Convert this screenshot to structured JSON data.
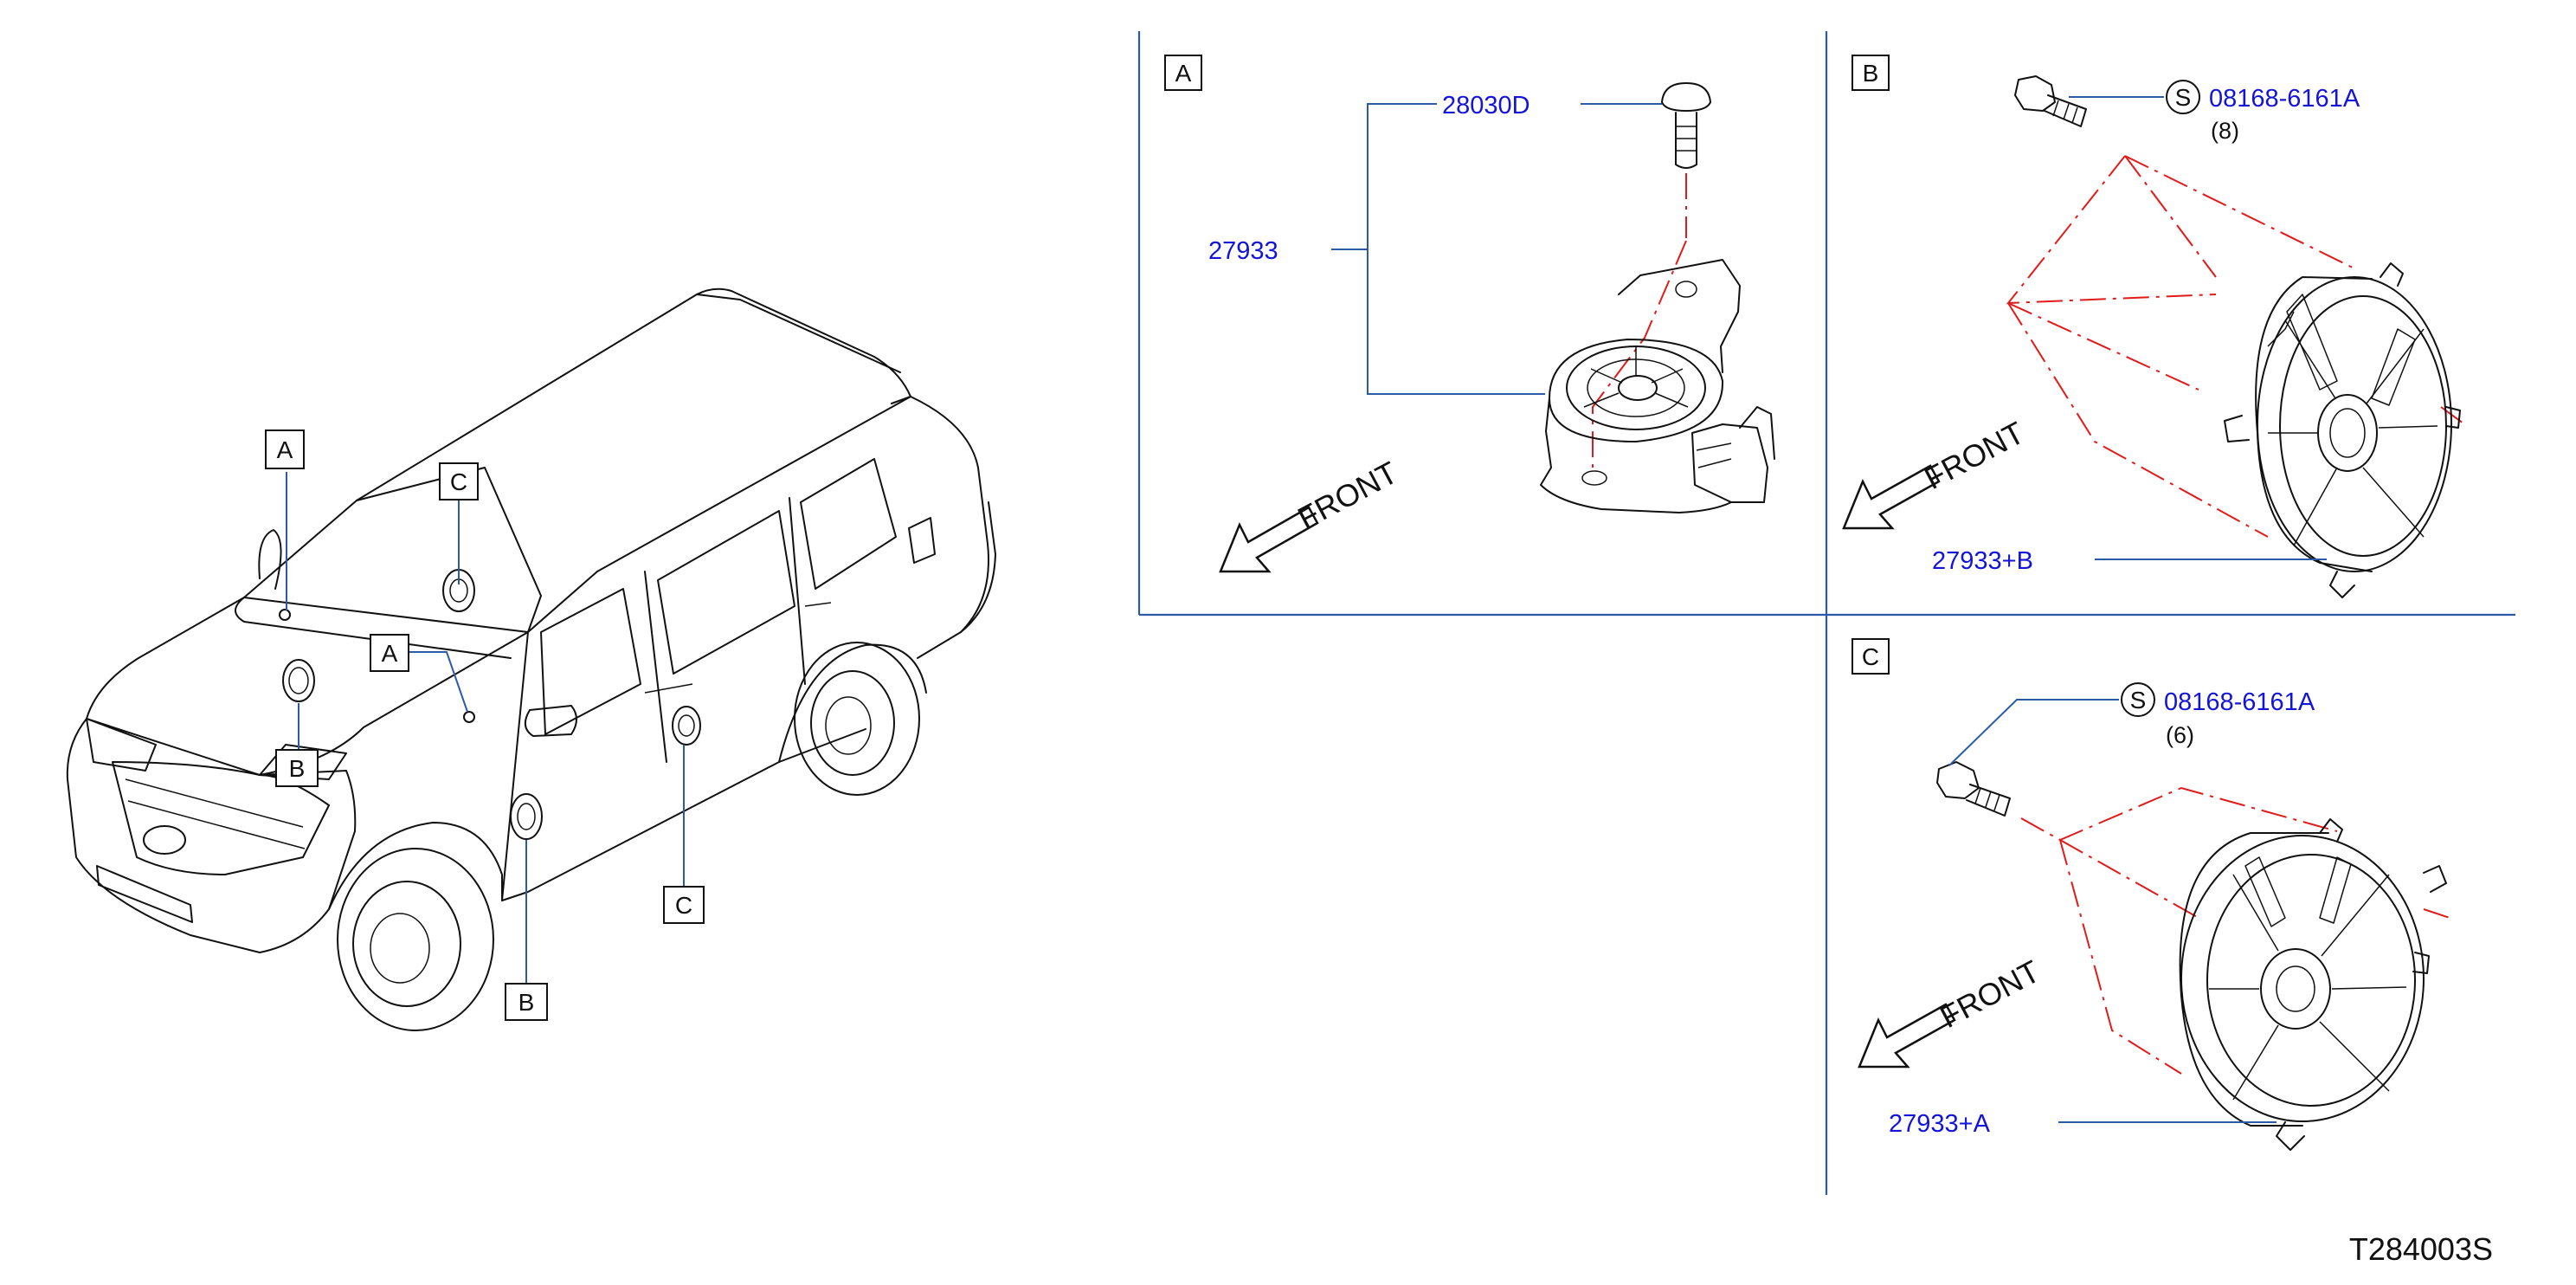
{
  "overview": {
    "callouts": [
      {
        "letter": "A",
        "position": "dashboard-center"
      },
      {
        "letter": "C",
        "position": "windshield-pillar"
      },
      {
        "letter": "A",
        "position": "dashboard-right"
      },
      {
        "letter": "B",
        "position": "front-door-left"
      },
      {
        "letter": "C",
        "position": "rear-door"
      },
      {
        "letter": "B",
        "position": "front-door-right"
      }
    ]
  },
  "panel_a": {
    "letter": "A",
    "screw_part": "28030D",
    "speaker_part": "27933",
    "front_label": "FRONT"
  },
  "panel_b": {
    "letter": "B",
    "bolt_symbol": "S",
    "bolt_part": "08168-6161A",
    "bolt_qty": "(8)",
    "speaker_part": "27933+B",
    "front_label": "FRONT"
  },
  "panel_c": {
    "letter": "C",
    "bolt_symbol": "S",
    "bolt_part": "08168-6161A",
    "bolt_qty": "(6)",
    "speaker_part": "27933+A",
    "front_label": "FRONT"
  },
  "diagram_code": "T284003S",
  "colors": {
    "part_number": "#1414d8",
    "leader_line": "#2b5aa8",
    "phantom_line": "#e11a1a",
    "line_art": "#111111"
  }
}
